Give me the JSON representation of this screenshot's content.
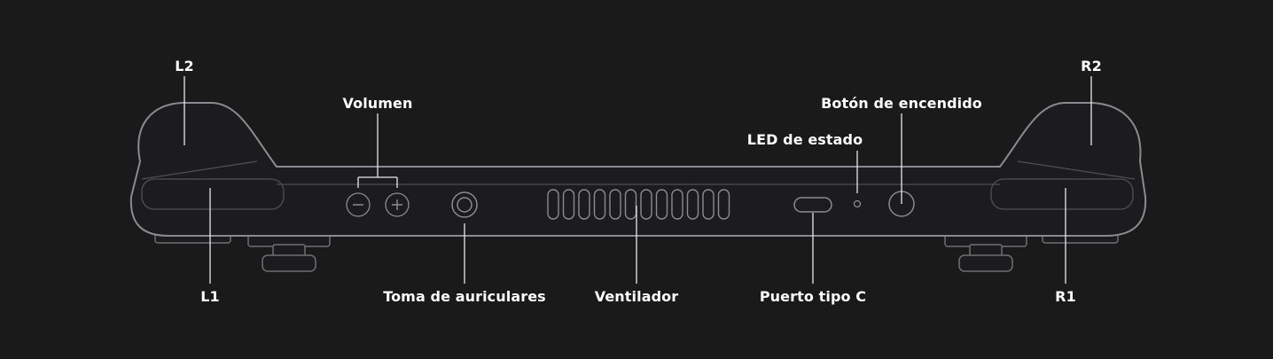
{
  "diagram": {
    "labels": {
      "l2": "L2",
      "l1": "L1",
      "r2": "R2",
      "r1": "R1",
      "volume": "Volumen",
      "headphone_jack": "Toma de auriculares",
      "fan": "Ventilador",
      "usb_c": "Puerto tipo C",
      "status_led": "LED de estado",
      "power_button": "Botón de encendido"
    },
    "colors": {
      "background": "#1a1a1b",
      "device_outline": "#8a8b90",
      "label_text": "#ffffff",
      "leader_line": "#e8e8e8"
    }
  }
}
